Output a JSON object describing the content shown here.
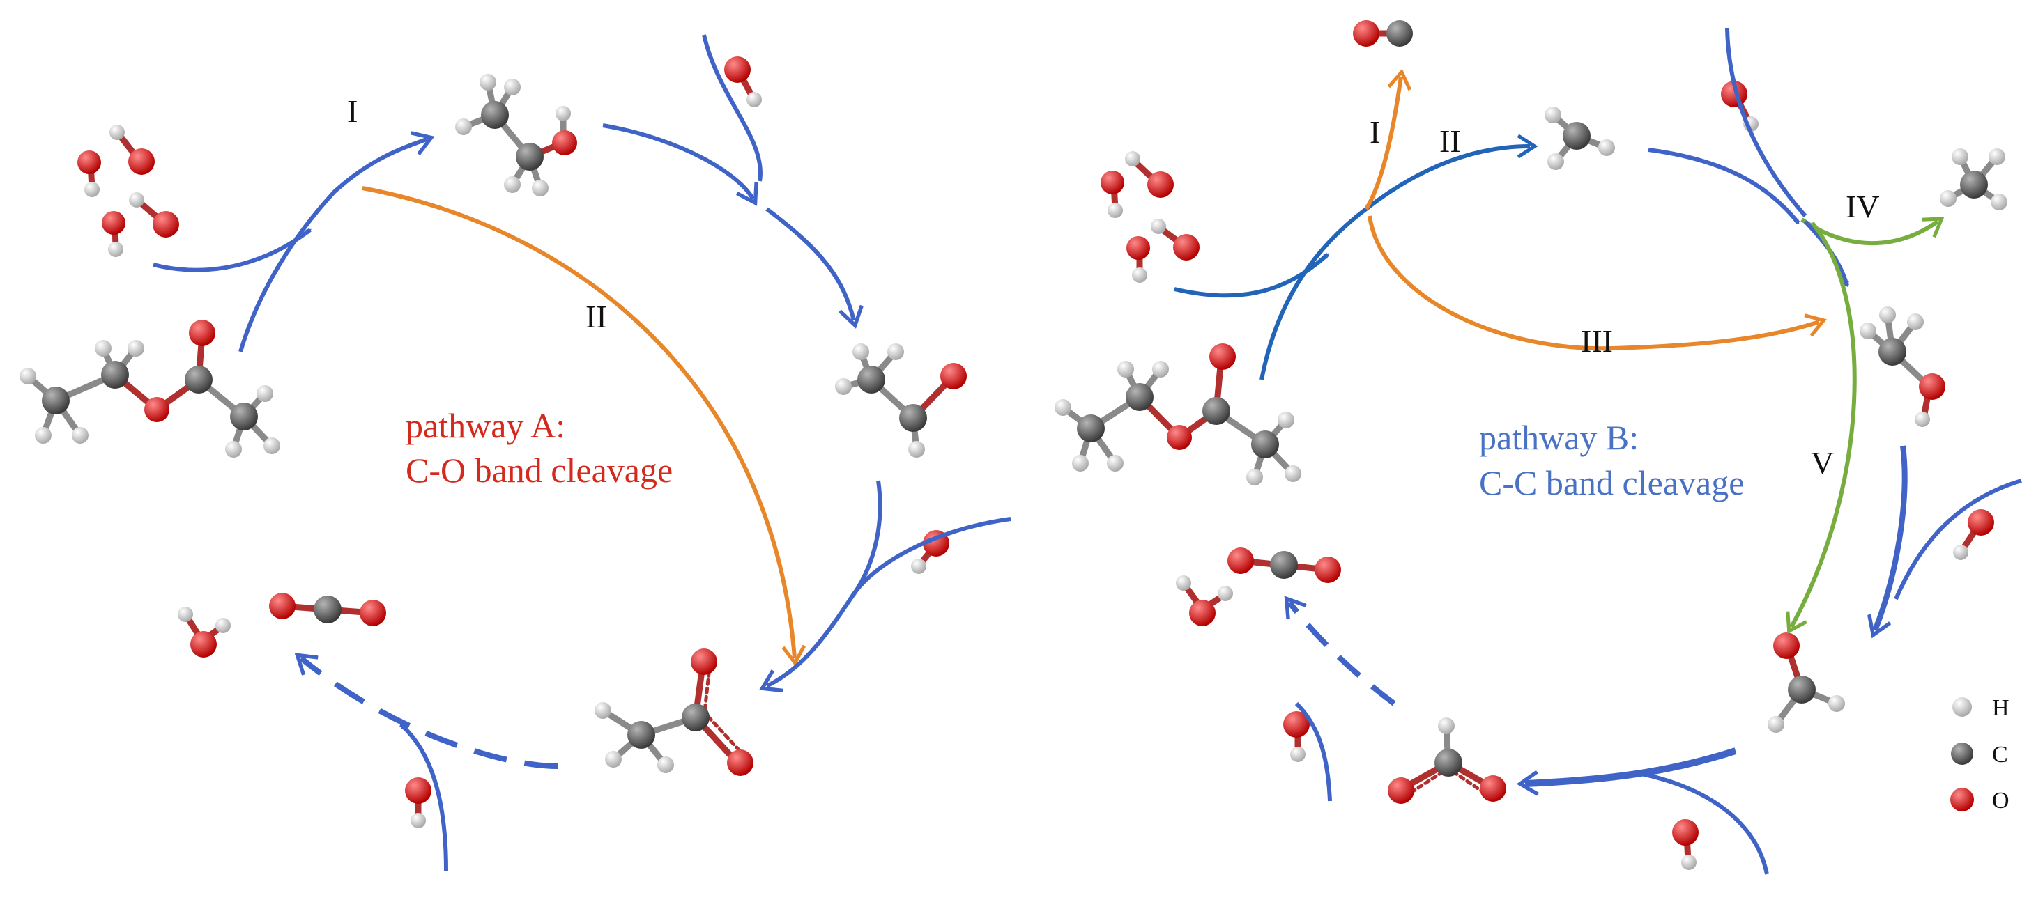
{
  "colors": {
    "blue_arrow": "#3f63c6",
    "orange_arrow": "#e8862a",
    "green_arrow": "#77ad3f",
    "dark_blue_arrow": "#2264b8",
    "pathway_a_text": "#d42a1e",
    "pathway_b_text": "#4a72c4",
    "hydrogen": "#e2e2e2",
    "carbon": "#5a5a5a",
    "oxygen": "#d61414"
  },
  "pathway_a": {
    "line1": "pathway A:",
    "line2": "C-O band cleavage",
    "step_labels": [
      "I",
      "II"
    ]
  },
  "pathway_b": {
    "line1": "pathway B:",
    "line2": "C-C band cleavage",
    "step_labels": [
      "I",
      "II",
      "III",
      "IV",
      "V"
    ]
  },
  "legend": [
    {
      "symbol": "H",
      "atom": "hydrogen-atom"
    },
    {
      "symbol": "C",
      "atom": "carbon-atom"
    },
    {
      "symbol": "O",
      "atom": "oxygen-atom"
    }
  ],
  "molecules": [
    "ethyl-acetate",
    "water",
    "ethanol",
    "acetaldehyde",
    "acetate",
    "carbon-dioxide",
    "carbon-monoxide",
    "methyl",
    "methane",
    "methanol",
    "formaldehyde",
    "formate",
    "hydroxyl"
  ]
}
